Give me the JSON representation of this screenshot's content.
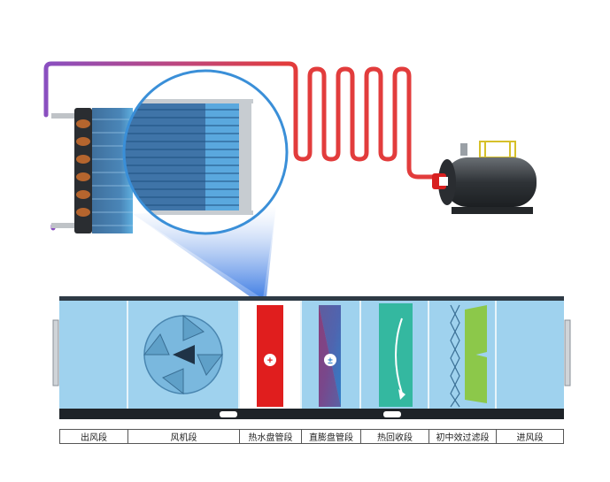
{
  "diagram": {
    "sections": [
      {
        "id": "outlet",
        "label": "出风段"
      },
      {
        "id": "fan",
        "label": "风机段"
      },
      {
        "id": "hot-water-coil",
        "label": "热水盘管段"
      },
      {
        "id": "dx-coil",
        "label": "直膨盘管段"
      },
      {
        "id": "heat-recovery",
        "label": "热回收段"
      },
      {
        "id": "filter",
        "label": "初中效过滤段"
      },
      {
        "id": "inlet",
        "label": "进风段"
      }
    ],
    "colors": {
      "pipe_hot": "#e23c3c",
      "pipe_cool": "#8a4fc0",
      "unit_fill": "#9fd2ee",
      "unit_frame": "#2e3a45",
      "hot_coil": "#e01e1e",
      "dx_coil_left": "#8a3f7a",
      "dx_coil_right": "#2f7fc8",
      "heat_recovery": "#34b8a0",
      "filter": "#8cc84a",
      "magnifier_ring": "#3a8fd8"
    },
    "icons": [
      "boiler-icon",
      "heat-exchanger-coil-icon",
      "fan-icon",
      "plus-icon",
      "plus-minus-icon",
      "rotation-icon"
    ]
  }
}
